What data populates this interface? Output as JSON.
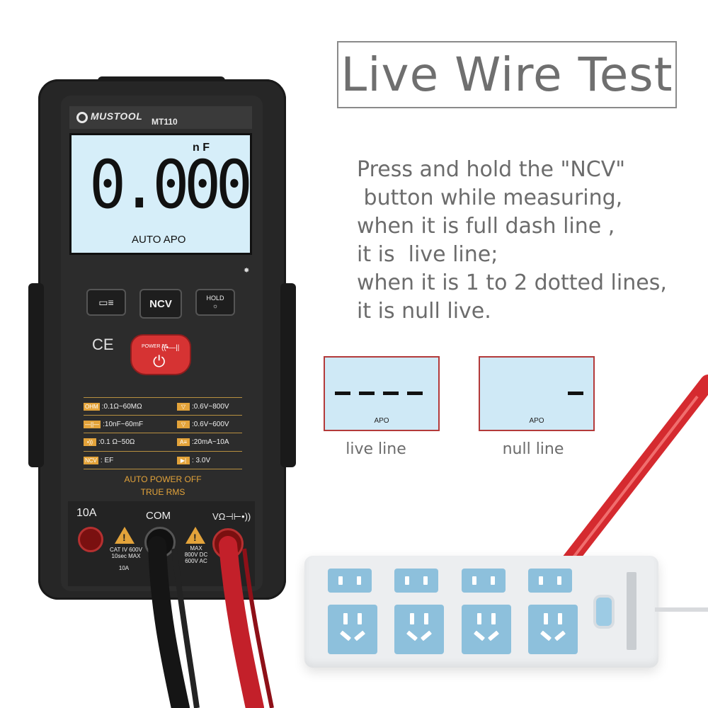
{
  "title": "Live Wire Test",
  "instructions": [
    "Press and hold the \"NCV\"",
    " button while measuring,",
    "when it is full dash line ,",
    "it is  live line;",
    "when it is 1 to 2 dotted lines,",
    "it is null live."
  ],
  "examples": [
    {
      "display_text": "APO",
      "caption": "live line",
      "dash_count": 4
    },
    {
      "display_text": "APO",
      "caption": "null line",
      "dash_count": 1
    }
  ],
  "meter": {
    "brand": "MUSTOOL",
    "model": "MT110",
    "lcd_unit": "n F",
    "lcd_reading": "0.000",
    "lcd_status": "AUTO APO",
    "buttons": {
      "backlight_icon": "backlight-icon",
      "ncv": "NCV",
      "hold": "HOLD",
      "power_label": "POWER 2S",
      "power_symbol": "((•—||"
    },
    "ce_mark": "CE",
    "specs": [
      {
        "tag": "OHM",
        "text": ":0.1Ω~60MΩ"
      },
      {
        "tag": "▽",
        "text": ":0.6V~800V"
      },
      {
        "tag": "—||—",
        "text": ":10nF~60mF"
      },
      {
        "tag": "▽",
        "text": ":0.6V~600V"
      },
      {
        "tag": "•))",
        "text": ":0.1 Ω~50Ω"
      },
      {
        "tag": "A≡",
        "text": ":20mA~10A"
      },
      {
        "tag": "NCV",
        "text": ": EF"
      },
      {
        "tag": "▶|",
        "text": ": 3.0V"
      }
    ],
    "auto_power_off": "AUTO POWER OFF",
    "true_rms": "TRUE RMS",
    "terminals": {
      "a10_label": "10A",
      "com_label": "COM",
      "v_label": "VΩ⊣⊢•))",
      "warn_left": "CAT IV 600V\n10sec MAX",
      "warn_right": "MAX\n800V DC\n600V AC",
      "a10_small": "10A"
    }
  },
  "colors": {
    "title_text": "#6f6f6f",
    "lcd_bg": "#d6eef9",
    "example_border": "#b33a3a",
    "accent_orange": "#e3a33a",
    "power_red": "#d63333",
    "socket_blue": "#8dc0dc"
  }
}
